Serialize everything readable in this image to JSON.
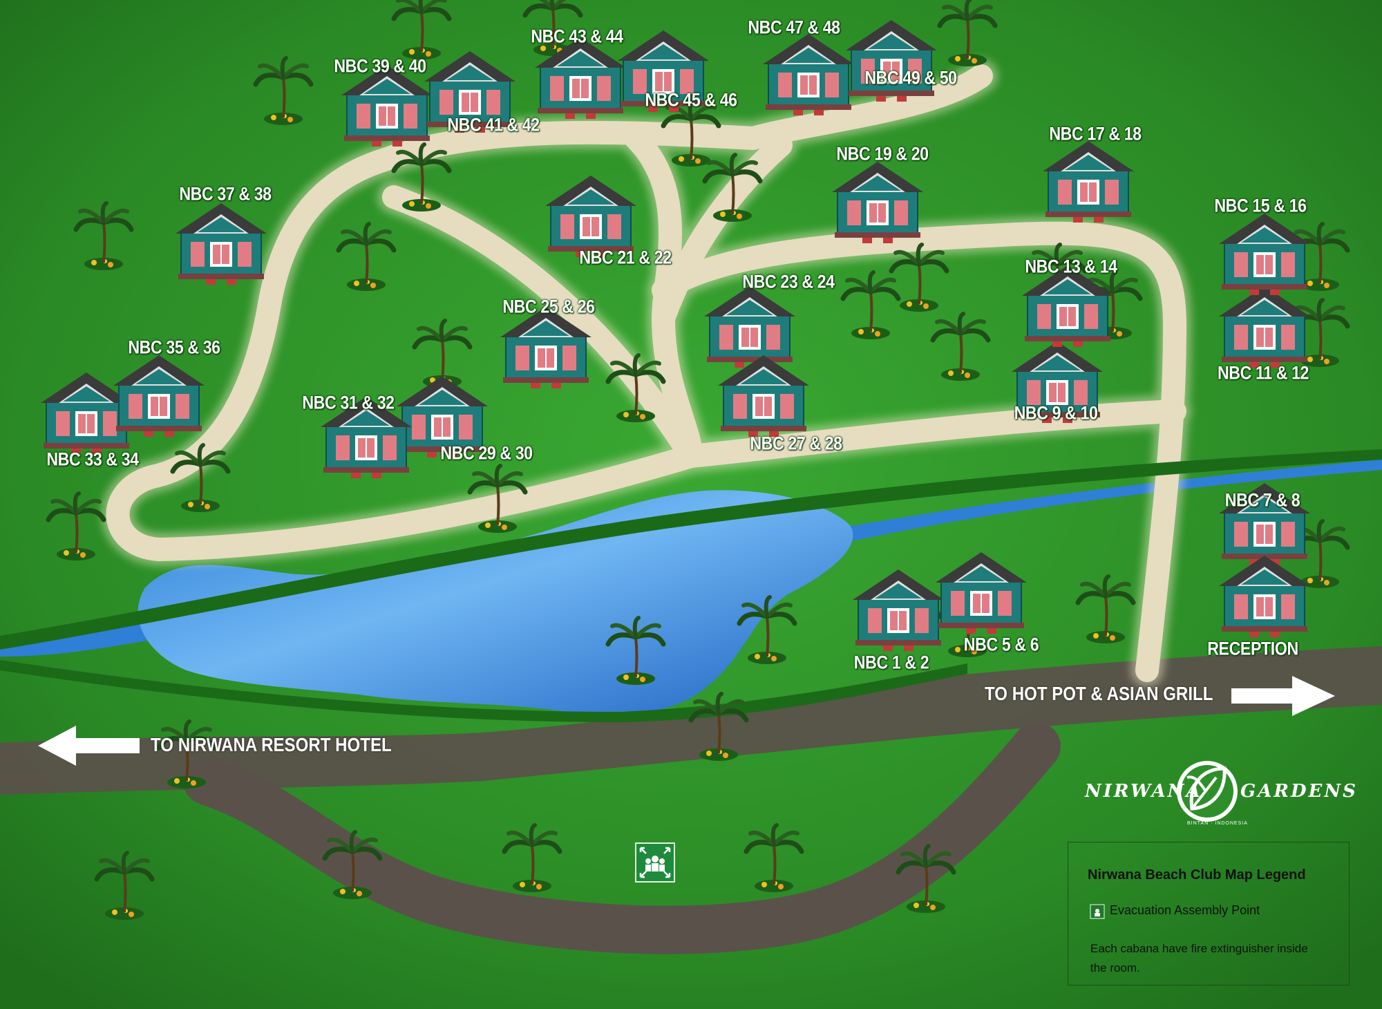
{
  "cabanas": [
    {
      "id": "c1",
      "label": "NBC 1 & 2"
    },
    {
      "id": "c2",
      "label": "NBC 5 & 6"
    },
    {
      "id": "c3",
      "label": "NBC 7 & 8"
    },
    {
      "id": "c4",
      "label": "RECEPTION"
    },
    {
      "id": "c5",
      "label": "NBC 9 & 10"
    },
    {
      "id": "c6",
      "label": "NBC 11 & 12"
    },
    {
      "id": "c7",
      "label": "NBC 13 & 14"
    },
    {
      "id": "c8",
      "label": "NBC 15 & 16"
    },
    {
      "id": "c9",
      "label": "NBC 17 & 18"
    },
    {
      "id": "c10",
      "label": "NBC 19 & 20"
    },
    {
      "id": "c11",
      "label": "NBC 21 & 22"
    },
    {
      "id": "c12",
      "label": "NBC 23 & 24"
    },
    {
      "id": "c13",
      "label": "NBC 25 & 26"
    },
    {
      "id": "c14",
      "label": "NBC 27 & 28"
    },
    {
      "id": "c15",
      "label": "NBC 29 & 30"
    },
    {
      "id": "c16",
      "label": "NBC 31 & 32"
    },
    {
      "id": "c17",
      "label": "NBC 33 & 34"
    },
    {
      "id": "c18",
      "label": "NBC 35 & 36"
    },
    {
      "id": "c19",
      "label": "NBC 37 & 38"
    },
    {
      "id": "c20",
      "label": "NBC 39 & 40"
    },
    {
      "id": "c21",
      "label": "NBC 41 & 42"
    },
    {
      "id": "c22",
      "label": "NBC 43 & 44"
    },
    {
      "id": "c23",
      "label": "NBC 45 & 46"
    },
    {
      "id": "c24",
      "label": "NBC 47 & 48"
    },
    {
      "id": "c25",
      "label": "NBC 49 & 50"
    }
  ],
  "directions": {
    "left": "TO NIRWANA RESORT HOTEL",
    "right": "TO HOT POT & ASIAN GRILL"
  },
  "brand": {
    "left": "NIRWANA",
    "right": "GARDENS",
    "sub": "BINTAN · INDONESIA"
  },
  "legend": {
    "title": "Nirwana Beach Club Map Legend",
    "evacuation_label": "Evacuation Assembly Point",
    "note": "Each cabana have fire extinguisher inside the room."
  },
  "colors": {
    "grass": "#2e8f2a",
    "path": "#e6dcc0",
    "road": "#575048",
    "lake": "#3a8fe0",
    "roof": "#3a3a3a",
    "cabana_wall": "#1f7f7c",
    "cabana_door": "#e07a82"
  },
  "icons": {
    "evacuation": "evacuation-assembly-icon",
    "logo": "nirwana-leaf-logo",
    "arrow_left": "arrow-left-icon",
    "arrow_right": "arrow-right-icon"
  }
}
